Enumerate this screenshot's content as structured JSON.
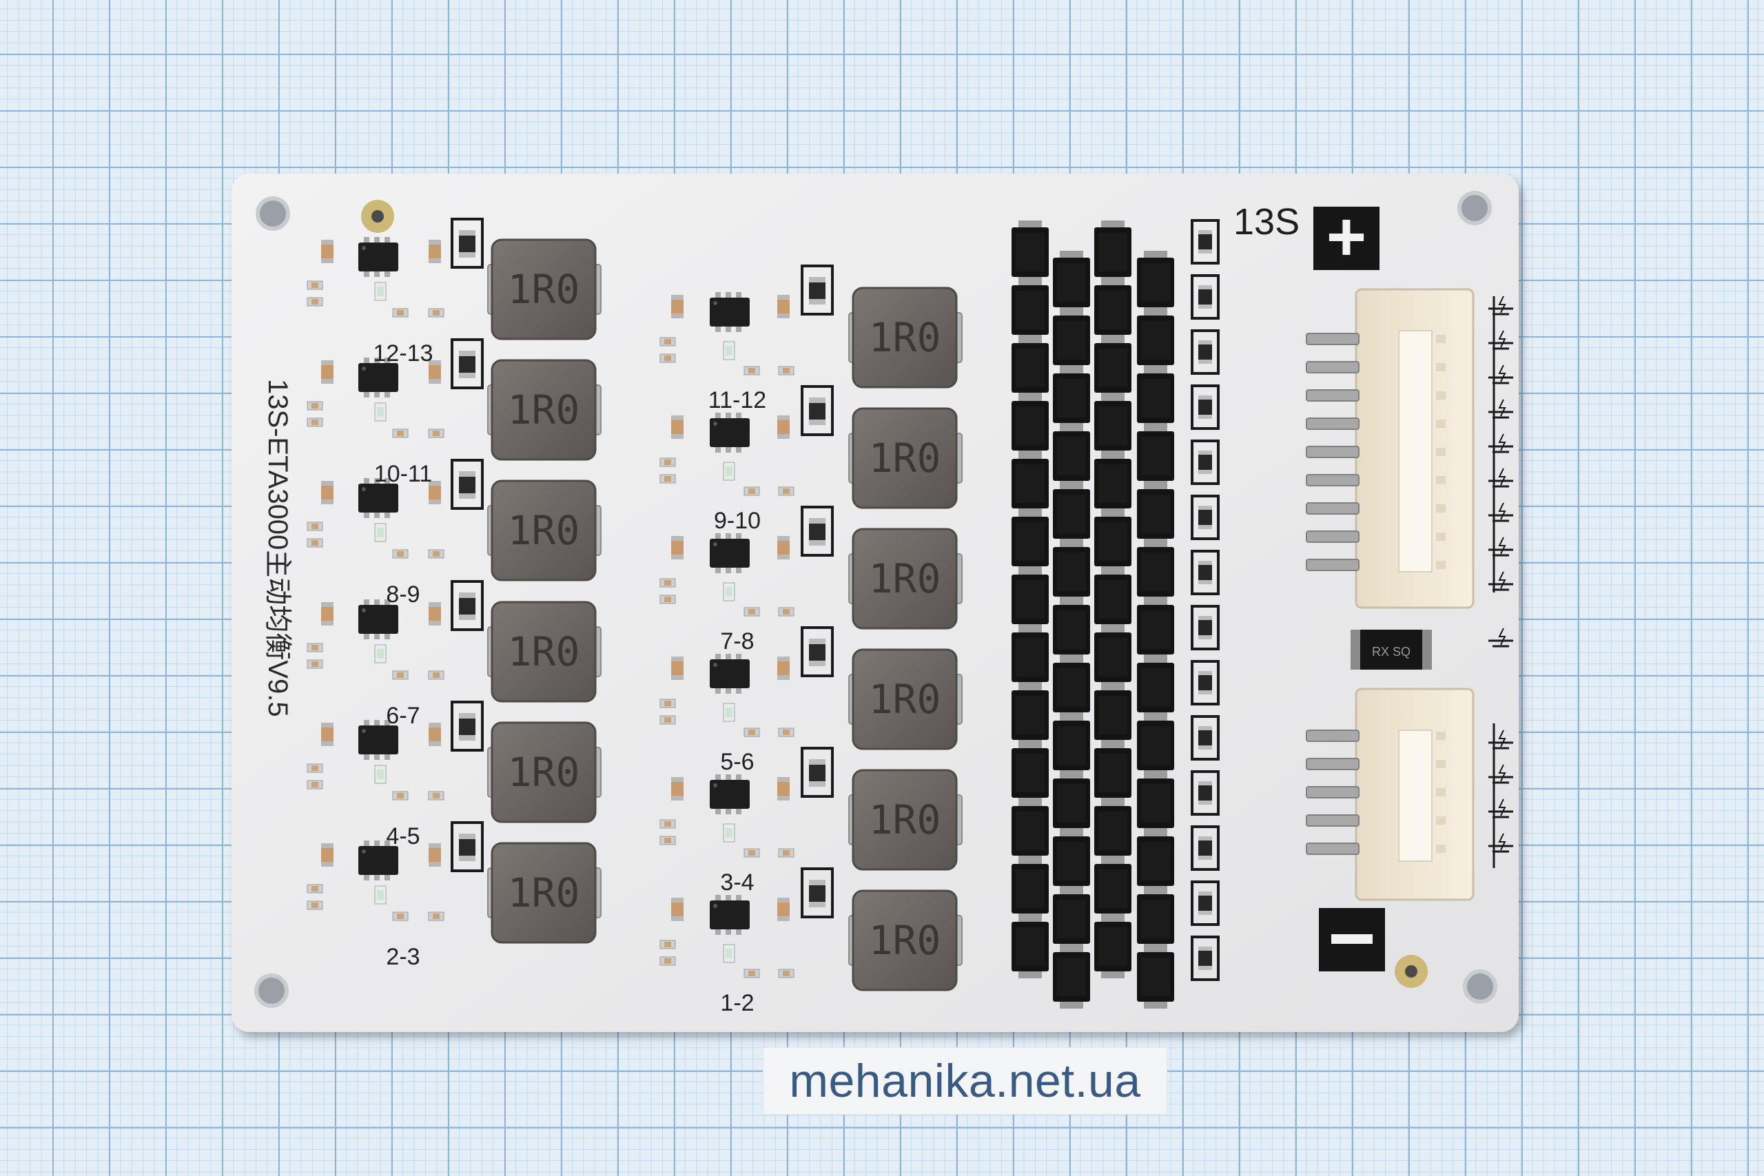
{
  "board": {
    "model": "13S-ETA3000主动均衡V9.5",
    "cell_count": "13S",
    "plus_sign": "+",
    "minus_sign": "−",
    "inductor_marking": "1R0",
    "diode_marking": "RX SQ"
  },
  "pair_labels": {
    "left_column": [
      "12-13",
      "10-11",
      "8-9",
      "6-7",
      "4-5",
      "2-3"
    ],
    "middle_column": [
      "11-12",
      "9-10",
      "7-8",
      "5-6",
      "3-4",
      "1-2"
    ]
  },
  "watermark": "mehanika.net.ua",
  "colors": {
    "pcb": "#ececee",
    "grid_major": "#8bb6d9",
    "grid_minor": "#c2daee",
    "inductor": "#6b6663",
    "mosfet": "#121212",
    "connector": "#efe6d2"
  }
}
